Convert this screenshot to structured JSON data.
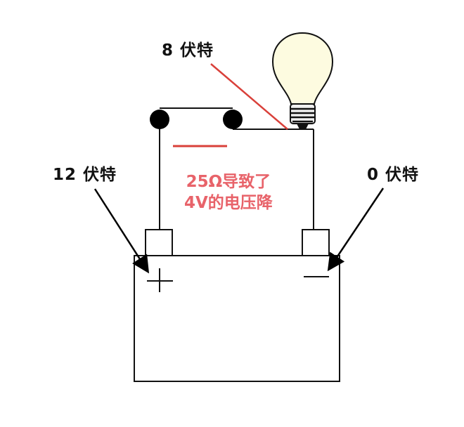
{
  "labels": {
    "top": "8 伏特",
    "left": "12 伏特",
    "right": "0 伏特"
  },
  "annotation": {
    "line1": "25Ω导致了",
    "line2": "4V的电压降"
  },
  "battery": {
    "positive_symbol": "+",
    "negative_symbol": "−"
  },
  "colors": {
    "wire": "#111111",
    "annotation_text": "#e8636a",
    "red_line": "#d9403a",
    "bulb_glass": "#fdfbe0"
  }
}
